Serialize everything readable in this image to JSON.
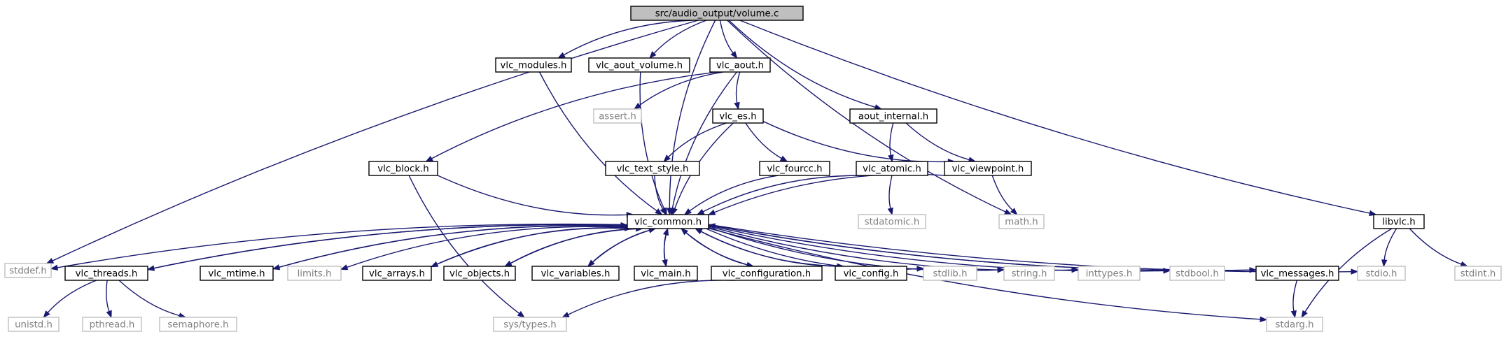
{
  "graph": {
    "colors": {
      "edge": "#191970",
      "root_fill": "#bfbfbf",
      "faint_border": "#bfbfbf",
      "faint_text": "#7f7f7f"
    },
    "nodes": [
      {
        "id": "root",
        "label": "src/audio_output/volume.c",
        "style": "root"
      },
      {
        "id": "stddef",
        "label": "stddef.h",
        "style": "faint"
      },
      {
        "id": "vlc_modules",
        "label": "vlc_modules.h",
        "style": "solid"
      },
      {
        "id": "vlc_aout_volume",
        "label": "vlc_aout_volume.h",
        "style": "solid"
      },
      {
        "id": "vlc_aout",
        "label": "vlc_aout.h",
        "style": "solid"
      },
      {
        "id": "aout_internal",
        "label": "aout_internal.h",
        "style": "solid"
      },
      {
        "id": "math",
        "label": "math.h",
        "style": "faint"
      },
      {
        "id": "libvlc",
        "label": "libvlc.h",
        "style": "solid"
      },
      {
        "id": "assert",
        "label": "assert.h",
        "style": "faint"
      },
      {
        "id": "vlc_es",
        "label": "vlc_es.h",
        "style": "solid"
      },
      {
        "id": "vlc_block",
        "label": "vlc_block.h",
        "style": "solid"
      },
      {
        "id": "vlc_text_style",
        "label": "vlc_text_style.h",
        "style": "solid"
      },
      {
        "id": "vlc_fourcc",
        "label": "vlc_fourcc.h",
        "style": "solid"
      },
      {
        "id": "vlc_atomic",
        "label": "vlc_atomic.h",
        "style": "solid"
      },
      {
        "id": "vlc_viewpoint",
        "label": "vlc_viewpoint.h",
        "style": "solid"
      },
      {
        "id": "vlc_common",
        "label": "vlc_common.h",
        "style": "solid"
      },
      {
        "id": "stdatomic",
        "label": "stdatomic.h",
        "style": "faint"
      },
      {
        "id": "vlc_threads",
        "label": "vlc_threads.h",
        "style": "solid"
      },
      {
        "id": "vlc_mtime",
        "label": "vlc_mtime.h",
        "style": "solid"
      },
      {
        "id": "limits",
        "label": "limits.h",
        "style": "faint"
      },
      {
        "id": "vlc_arrays",
        "label": "vlc_arrays.h",
        "style": "solid"
      },
      {
        "id": "vlc_objects",
        "label": "vlc_objects.h",
        "style": "solid"
      },
      {
        "id": "vlc_variables",
        "label": "vlc_variables.h",
        "style": "solid"
      },
      {
        "id": "vlc_main",
        "label": "vlc_main.h",
        "style": "solid"
      },
      {
        "id": "vlc_configuration",
        "label": "vlc_configuration.h",
        "style": "solid"
      },
      {
        "id": "vlc_config",
        "label": "vlc_config.h",
        "style": "solid"
      },
      {
        "id": "stdlib",
        "label": "stdlib.h",
        "style": "faint"
      },
      {
        "id": "string",
        "label": "string.h",
        "style": "faint"
      },
      {
        "id": "inttypes",
        "label": "inttypes.h",
        "style": "faint"
      },
      {
        "id": "stdbool",
        "label": "stdbool.h",
        "style": "faint"
      },
      {
        "id": "vlc_messages",
        "label": "vlc_messages.h",
        "style": "solid"
      },
      {
        "id": "stdio",
        "label": "stdio.h",
        "style": "faint"
      },
      {
        "id": "stdint",
        "label": "stdint.h",
        "style": "faint"
      },
      {
        "id": "unistd",
        "label": "unistd.h",
        "style": "faint"
      },
      {
        "id": "pthread",
        "label": "pthread.h",
        "style": "faint"
      },
      {
        "id": "semaphore",
        "label": "semaphore.h",
        "style": "faint"
      },
      {
        "id": "sys_types",
        "label": "sys/types.h",
        "style": "faint"
      },
      {
        "id": "stdarg",
        "label": "stdarg.h",
        "style": "faint"
      }
    ],
    "edges": [
      [
        "root",
        "stddef"
      ],
      [
        "root",
        "vlc_modules"
      ],
      [
        "root",
        "vlc_aout_volume"
      ],
      [
        "root",
        "vlc_aout"
      ],
      [
        "root",
        "aout_internal"
      ],
      [
        "root",
        "math"
      ],
      [
        "root",
        "libvlc"
      ],
      [
        "root",
        "vlc_common"
      ],
      [
        "vlc_modules",
        "vlc_common"
      ],
      [
        "vlc_aout_volume",
        "vlc_common"
      ],
      [
        "vlc_aout",
        "assert"
      ],
      [
        "vlc_aout",
        "vlc_es"
      ],
      [
        "vlc_aout",
        "vlc_block"
      ],
      [
        "vlc_aout",
        "vlc_common"
      ],
      [
        "aout_internal",
        "vlc_atomic"
      ],
      [
        "aout_internal",
        "vlc_viewpoint"
      ],
      [
        "vlc_es",
        "vlc_text_style"
      ],
      [
        "vlc_es",
        "vlc_fourcc"
      ],
      [
        "vlc_es",
        "vlc_viewpoint"
      ],
      [
        "vlc_es",
        "vlc_common"
      ],
      [
        "vlc_block",
        "vlc_common"
      ],
      [
        "vlc_block",
        "sys_types"
      ],
      [
        "vlc_text_style",
        "vlc_common"
      ],
      [
        "vlc_fourcc",
        "vlc_common"
      ],
      [
        "vlc_atomic",
        "vlc_common"
      ],
      [
        "vlc_atomic",
        "stdatomic"
      ],
      [
        "vlc_viewpoint",
        "vlc_common"
      ],
      [
        "vlc_viewpoint",
        "math"
      ],
      [
        "libvlc",
        "stdio"
      ],
      [
        "libvlc",
        "stdint"
      ],
      [
        "libvlc",
        "stdarg"
      ],
      [
        "vlc_common",
        "stddef"
      ],
      [
        "vlc_common",
        "vlc_threads"
      ],
      [
        "vlc_common",
        "vlc_mtime"
      ],
      [
        "vlc_common",
        "limits"
      ],
      [
        "vlc_common",
        "vlc_arrays"
      ],
      [
        "vlc_common",
        "vlc_objects"
      ],
      [
        "vlc_common",
        "vlc_variables"
      ],
      [
        "vlc_common",
        "vlc_main"
      ],
      [
        "vlc_common",
        "vlc_configuration"
      ],
      [
        "vlc_common",
        "vlc_config"
      ],
      [
        "vlc_common",
        "stdlib"
      ],
      [
        "vlc_common",
        "string"
      ],
      [
        "vlc_common",
        "inttypes"
      ],
      [
        "vlc_common",
        "stdbool"
      ],
      [
        "vlc_common",
        "vlc_messages"
      ],
      [
        "vlc_common",
        "stdio"
      ],
      [
        "vlc_common",
        "stdarg"
      ],
      [
        "vlc_threads",
        "vlc_common"
      ],
      [
        "vlc_threads",
        "unistd"
      ],
      [
        "vlc_threads",
        "pthread"
      ],
      [
        "vlc_threads",
        "semaphore"
      ],
      [
        "vlc_mtime",
        "vlc_common"
      ],
      [
        "vlc_arrays",
        "vlc_common"
      ],
      [
        "vlc_objects",
        "vlc_common"
      ],
      [
        "vlc_variables",
        "vlc_common"
      ],
      [
        "vlc_main",
        "vlc_common"
      ],
      [
        "vlc_configuration",
        "vlc_common"
      ],
      [
        "vlc_configuration",
        "sys_types"
      ],
      [
        "vlc_config",
        "vlc_common"
      ],
      [
        "vlc_messages",
        "vlc_common"
      ],
      [
        "vlc_messages",
        "stdarg"
      ]
    ]
  }
}
